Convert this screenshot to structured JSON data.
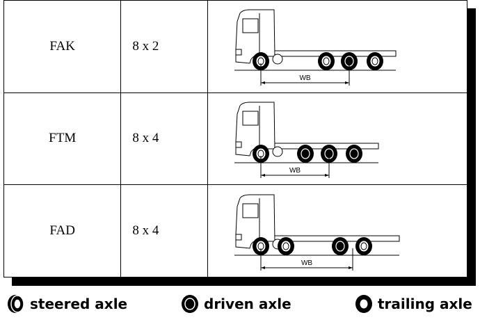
{
  "rows": [
    {
      "model": "FAK",
      "config": "8 x 2",
      "axles": [
        "steered",
        "trailing",
        "driven",
        "trailing"
      ],
      "dimension_label": "WB"
    },
    {
      "model": "FTM",
      "config": "8 x 4",
      "axles": [
        "steered",
        "driven",
        "driven",
        "driven"
      ],
      "dimension_label": "WB"
    },
    {
      "model": "FAD",
      "config": "8 x 4",
      "axles": [
        "steered",
        "steered",
        "driven",
        "trailing"
      ],
      "dimension_label": "WB"
    }
  ],
  "legend": {
    "steered": "steered axle",
    "driven": "driven axle",
    "trailing": "trailing axle"
  }
}
